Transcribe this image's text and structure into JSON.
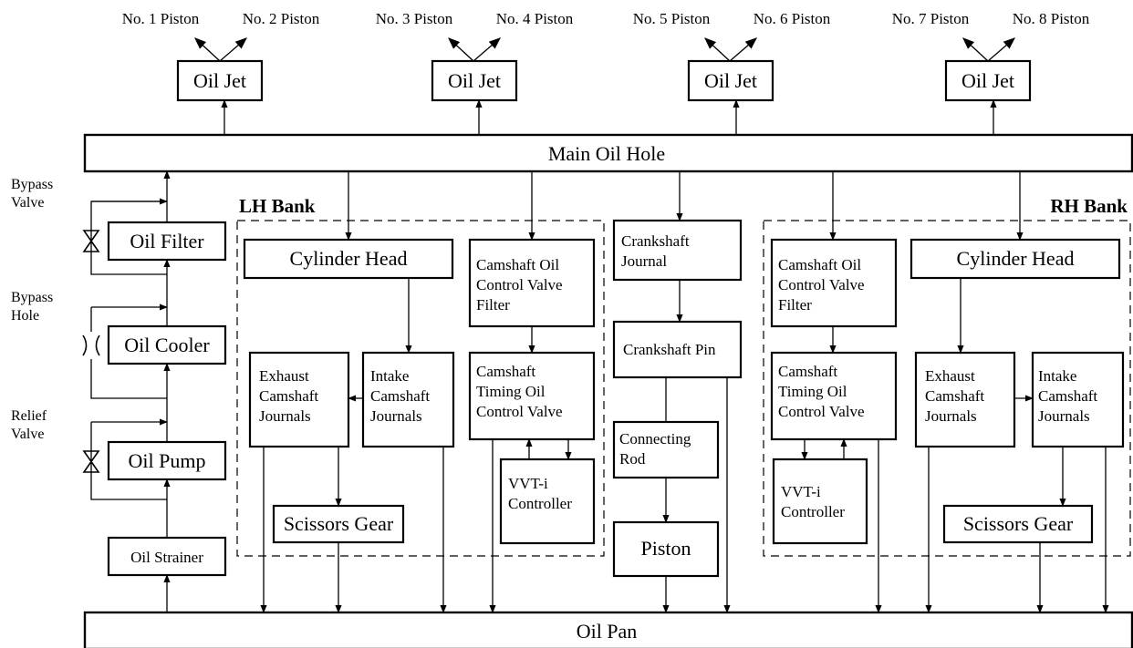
{
  "pistons": [
    "No. 1 Piston",
    "No. 2 Piston",
    "No. 3 Piston",
    "No. 4 Piston",
    "No. 5 Piston",
    "No. 6 Piston",
    "No. 7 Piston",
    "No. 8 Piston"
  ],
  "oil_jet": "Oil Jet",
  "main_oil_hole": "Main Oil Hole",
  "oil_pan": "Oil Pan",
  "left_path": {
    "oil_filter": "Oil Filter",
    "oil_cooler": "Oil Cooler",
    "oil_pump": "Oil Pump",
    "oil_strainer": "Oil Strainer",
    "bypass_valve": [
      "Bypass",
      "Valve"
    ],
    "bypass_hole": [
      "Bypass",
      "Hole"
    ],
    "relief_valve": [
      "Relief",
      "Valve"
    ]
  },
  "lh_bank": {
    "title": "LH Bank",
    "cylinder_head": "Cylinder Head",
    "cam_filter": [
      "Camshaft Oil",
      "Control Valve",
      "Filter"
    ],
    "exhaust": [
      "Exhaust",
      "Camshaft",
      "Journals"
    ],
    "intake": [
      "Intake",
      "Camshaft",
      "Journals"
    ],
    "timing_valve": [
      "Camshaft",
      "Timing Oil",
      "Control Valve"
    ],
    "vvt": [
      "VVT-i",
      "Controller"
    ],
    "scissors": "Scissors Gear"
  },
  "center": {
    "crank_journal": [
      "Crankshaft",
      "Journal"
    ],
    "crank_pin": "Crankshaft Pin",
    "connecting_rod": [
      "Connecting",
      "Rod"
    ],
    "piston": "Piston"
  },
  "rh_bank": {
    "title": "RH Bank",
    "cylinder_head": "Cylinder Head",
    "cam_filter": [
      "Camshaft Oil",
      "Control Valve",
      "Filter"
    ],
    "exhaust": [
      "Exhaust",
      "Camshaft",
      "Journals"
    ],
    "intake": [
      "Intake",
      "Camshaft",
      "Journals"
    ],
    "timing_valve": [
      "Camshaft",
      "Timing Oil",
      "Control Valve"
    ],
    "vvt": [
      "VVT-i",
      "Controller"
    ],
    "scissors": "Scissors Gear"
  }
}
